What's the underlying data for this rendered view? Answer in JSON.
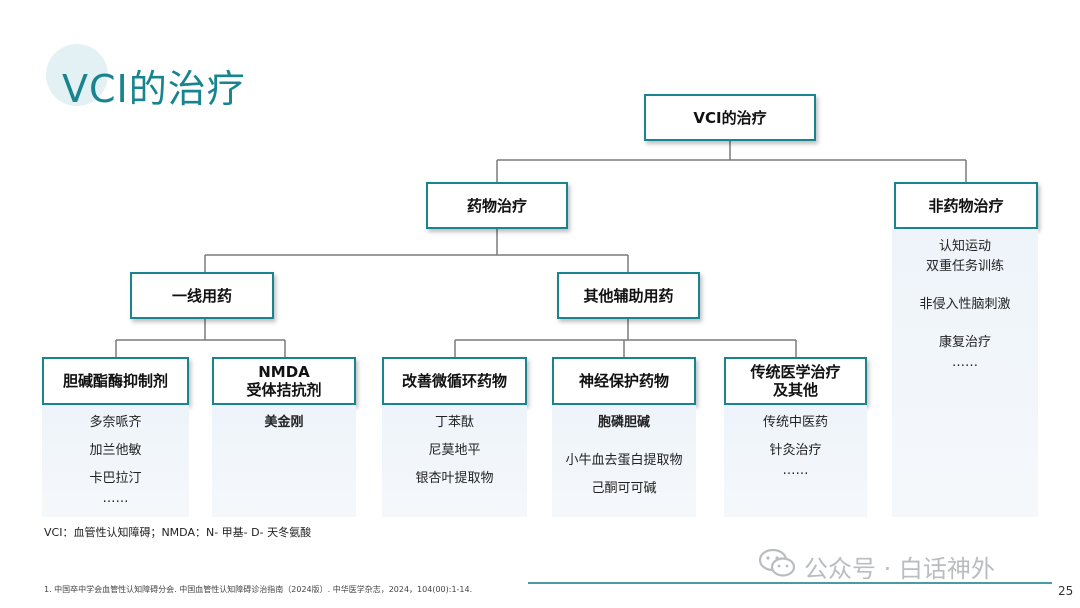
{
  "title": "VCI的治疗",
  "root": "VCI的治疗",
  "level1": {
    "drug": "药物治疗",
    "nondrug": "非药物治疗"
  },
  "level2": {
    "firstline": "一线用药",
    "adjuvant": "其他辅助用药"
  },
  "categories": {
    "cholinesterase": "胆碱酯酶抑制剂",
    "nmda": "NMDA\n受体拮抗剂",
    "microcirculation": "改善微循环药物",
    "neuroprotective": "神经保护药物",
    "traditional": "传统医学治疗\n及其他"
  },
  "panels": {
    "cholinesterase": [
      "多奈哌齐",
      "加兰他敏",
      "卡巴拉汀",
      "……"
    ],
    "nmda": [
      "美金刚"
    ],
    "microcirculation": [
      "丁苯酞",
      "尼莫地平",
      "银杏叶提取物"
    ],
    "neuroprotective": [
      "胞磷胆碱",
      "小牛血去蛋白提取物",
      "己酮可可碱"
    ],
    "traditional": [
      "传统中医药",
      "针灸治疗",
      "……"
    ],
    "nondrug": [
      "认知运动",
      "双重任务训练",
      "非侵入性脑刺激",
      "康复治疗",
      "……"
    ]
  },
  "abbreviation_note": "VCI：血管性认知障碍；NMDA：N- 甲基- D- 天冬氨酸",
  "watermark": "公众号 · 白话神外",
  "reference": "1.   中国卒中学会血管性认知障碍分会. 中国血管性认知障碍诊治指南（2024版）. 中华医学杂志，2024，104(00):1-14.",
  "page_number": "25",
  "colors": {
    "accent": "#17848f",
    "panel": "#eef4fa",
    "connector": "#7a7a7a"
  },
  "icons": {
    "watermark_icon": "wechat-icon"
  }
}
